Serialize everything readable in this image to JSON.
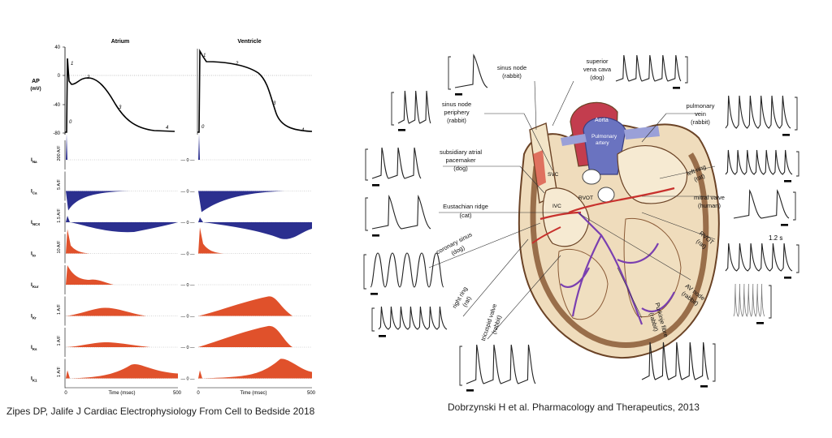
{
  "left_panel": {
    "col_titles": [
      "Atrium",
      "Ventricle"
    ],
    "ap_label": "AP",
    "ap_unit": "(mV)",
    "ap_ticks": [
      "40",
      "0",
      "-40",
      "-80"
    ],
    "phase_labels": [
      "0",
      "1",
      "2",
      "3",
      "4"
    ],
    "currents": [
      {
        "main": "I",
        "sub": "Na",
        "scale": "200 A/F",
        "color": "#2b2f8f"
      },
      {
        "main": "I",
        "sub": "Ca",
        "scale": "5 A/F",
        "color": "#2b2f8f"
      },
      {
        "main": "I",
        "sub": "NCX",
        "scale": "1.5 A/F",
        "color": "#2b2f8f"
      },
      {
        "main": "I",
        "sub": "to",
        "scale": "10 A/F",
        "color": "#e0512b"
      },
      {
        "main": "I",
        "sub": "Kur",
        "scale": "",
        "color": "#e0512b"
      },
      {
        "main": "I",
        "sub": "Kr",
        "scale": "1 A/F",
        "color": "#e0512b"
      },
      {
        "main": "I",
        "sub": "Ks",
        "scale": "1 A/F",
        "color": "#e0512b"
      },
      {
        "main": "I",
        "sub": "K1",
        "scale": "1 A/F",
        "color": "#e0512b"
      }
    ],
    "zero_label": "0",
    "x_ticks": [
      "0",
      "500"
    ],
    "x_label": "Time (msec)"
  },
  "right_panel": {
    "labels": {
      "sinus_node": [
        "sinus node",
        "(rabbit)"
      ],
      "svc": [
        "superior",
        "vena cava",
        "(dog)"
      ],
      "sn_periphery": [
        "sinus node",
        "periphery",
        "(rabbit)"
      ],
      "pulm_vein": [
        "pulmonary",
        "vein",
        "(rabbit)"
      ],
      "subsidiary": [
        "subsidiary atrial",
        "pacemaker",
        "(dog)"
      ],
      "left_ring": [
        "left ring",
        "(rat)"
      ],
      "eustachian": [
        "Eustachian ridge",
        "(cat)"
      ],
      "mitral": [
        "mitral valve",
        "(human)"
      ],
      "coronary": [
        "coronary sinus",
        "(dog)"
      ],
      "rvot": [
        "RVOT",
        "(rat)"
      ],
      "right_ring": [
        "right ring",
        "(rat)"
      ],
      "av_node": [
        "AV node",
        "(rabbit)"
      ],
      "tricuspid": [
        "tricuspid valve",
        "(rabbit)"
      ],
      "purkinje": [
        "Purkinje fibre",
        "(rabbit)"
      ]
    },
    "heart_labels": {
      "aorta": "Aorta",
      "pulm_artery": [
        "Pulmonary",
        "artery"
      ],
      "svc": "SVC",
      "ivc": "IVC",
      "rvot": "RVOT"
    },
    "scale_bar": "1.2 s"
  },
  "captions": {
    "left": "Zipes DP, Jalife J Cardiac Electrophysiology From Cell to Bedside 2018",
    "right": "Dobrzynski H et al. Pharmacology and Therapeutics, 2013"
  }
}
